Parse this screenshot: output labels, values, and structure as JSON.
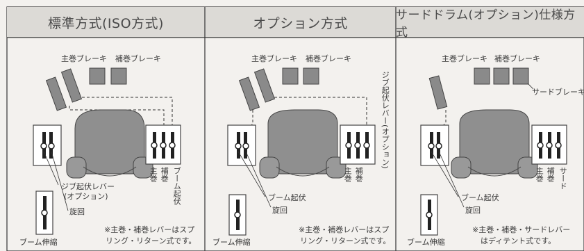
{
  "panels": [
    {
      "title": "標準方式(ISO方式)",
      "main_brake": "主巻ブレーキ",
      "aux_brake": "補巻ブレーキ",
      "lever_main": "主巻",
      "lever_aux": "補巻",
      "lever_boom": "ブーム起伏",
      "jib_lever": "ジブ起伏レバー",
      "jib_lever_option": "(オプション)",
      "swing": "旋回",
      "boom_extend": "ブーム伸縮",
      "note_line1": "※主巻・補巻レバーはスプ",
      "note_line2": "リング・リターン式です。"
    },
    {
      "title": "オプション方式",
      "main_brake": "主巻ブレーキ",
      "aux_brake": "補巻ブレーキ",
      "jib_lever_vertical": "ジブ起伏レバー(オプション)",
      "lever_main": "主巻",
      "lever_aux": "補巻",
      "boom_derrick": "ブーム起伏",
      "swing": "旋回",
      "boom_extend": "ブーム伸縮",
      "note_line1": "※主巻・補巻レバーはスプ",
      "note_line2": "リング・リターン式です。"
    },
    {
      "title": "サードドラム(オプション)仕様方式",
      "main_brake": "主巻ブレーキ",
      "aux_brake": "補巻ブレーキ",
      "third_brake": "サードブレーキ",
      "lever_main": "主巻",
      "lever_aux": "補巻",
      "lever_third": "サード",
      "boom_derrick": "ブーム起伏",
      "swing": "旋回",
      "boom_extend": "ブーム伸縮",
      "note_line1": "※主巻・補巻・サードレバー",
      "note_line2": "はディテント式です。"
    }
  ]
}
